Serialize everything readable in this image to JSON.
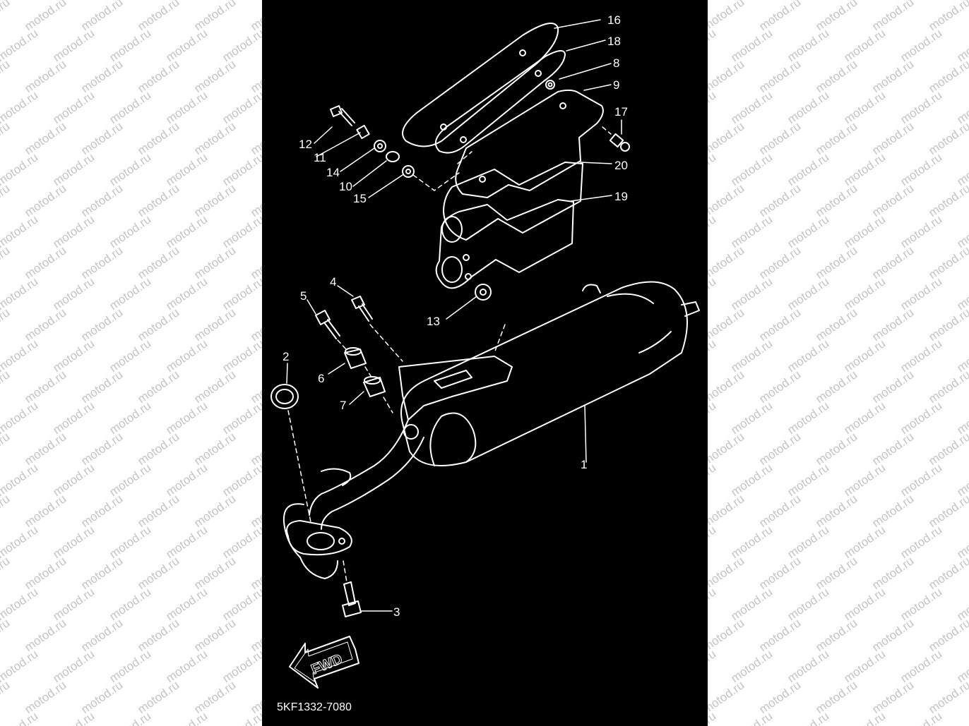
{
  "watermark": {
    "text": "motod.ru",
    "color": "#c4c4c4"
  },
  "colors": {
    "panel": "#000000",
    "line": "#ffffff",
    "page": "#ffffff"
  },
  "part_code": "5KF1332-7080",
  "fwd_label": "FWD",
  "callouts": [
    {
      "id": "16",
      "label": "16"
    },
    {
      "id": "18",
      "label": "18"
    },
    {
      "id": "8",
      "label": "8"
    },
    {
      "id": "9",
      "label": "9"
    },
    {
      "id": "17",
      "label": "17"
    },
    {
      "id": "12",
      "label": "12"
    },
    {
      "id": "11",
      "label": "11"
    },
    {
      "id": "14",
      "label": "14"
    },
    {
      "id": "10",
      "label": "10"
    },
    {
      "id": "15",
      "label": "15"
    },
    {
      "id": "20",
      "label": "20"
    },
    {
      "id": "19",
      "label": "19"
    },
    {
      "id": "4",
      "label": "4"
    },
    {
      "id": "5",
      "label": "5"
    },
    {
      "id": "13",
      "label": "13"
    },
    {
      "id": "2",
      "label": "2"
    },
    {
      "id": "6",
      "label": "6"
    },
    {
      "id": "7",
      "label": "7"
    },
    {
      "id": "1",
      "label": "1"
    },
    {
      "id": "3",
      "label": "3"
    }
  ]
}
